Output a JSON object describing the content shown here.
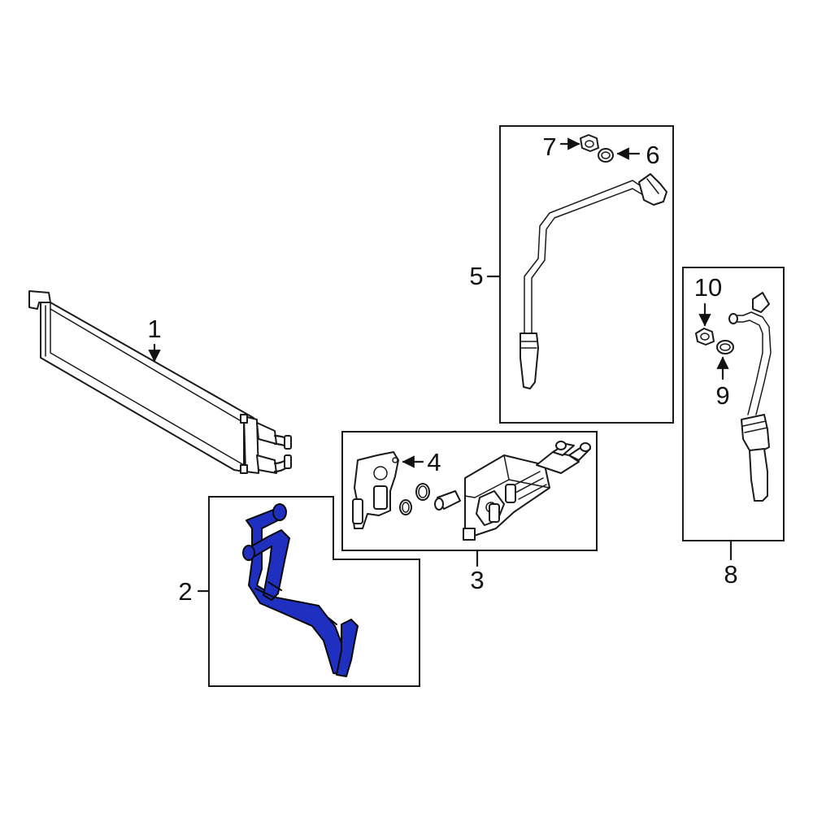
{
  "highlight_color": "#1f2fbf",
  "callouts": {
    "c1": "1",
    "c2": "2",
    "c3": "3",
    "c4": "4",
    "c5": "5",
    "c6": "6",
    "c7": "7",
    "c8": "8",
    "c9": "9",
    "c10": "10"
  }
}
